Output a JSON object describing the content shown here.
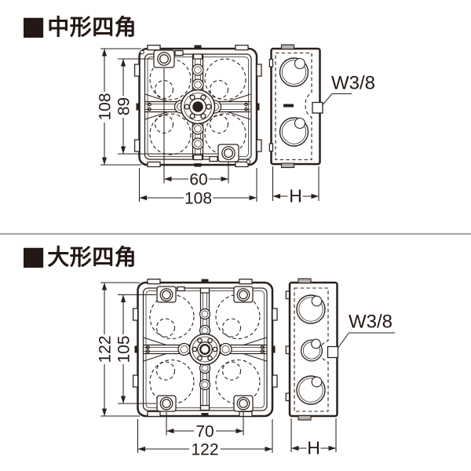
{
  "colors": {
    "ink": "#2a211c",
    "text": "#231815",
    "divider": "#a9a29d",
    "bump_gray": "#b9b2ad",
    "background": "#ffffff"
  },
  "sections": [
    {
      "bullet": "■",
      "title": "中形四角",
      "front_view": {
        "outer_height": "108",
        "screw_pitch_vertical": "89",
        "screw_pitch_horizontal": "60",
        "outer_width": "108"
      },
      "side_view": {
        "thread_label": "W3/8",
        "depth_label": "H"
      }
    },
    {
      "bullet": "■",
      "title": "大形四角",
      "front_view": {
        "outer_height": "122",
        "screw_pitch_vertical": "105",
        "screw_pitch_horizontal": "70",
        "outer_width": "122"
      },
      "side_view": {
        "thread_label": "W3/8",
        "depth_label": "H"
      }
    }
  ]
}
